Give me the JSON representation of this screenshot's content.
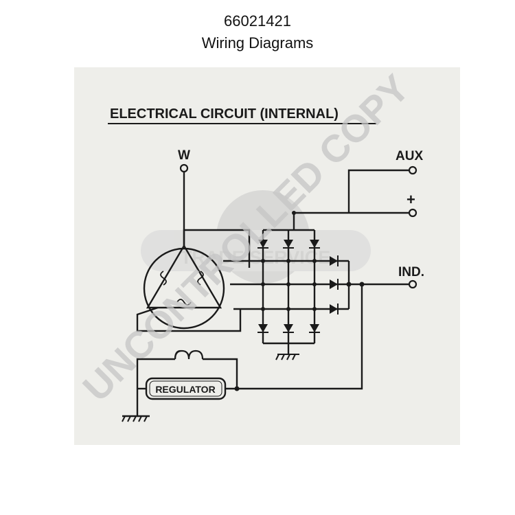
{
  "header": {
    "part_number": "66021421",
    "title": "Wiring Diagrams"
  },
  "diagram": {
    "heading": "ELECTRICAL CIRCUIT (INTERNAL)",
    "terminals": {
      "w": "W",
      "aux": "AUX",
      "plus": "+",
      "ind": "IND."
    },
    "regulator_label": "REGULATOR"
  },
  "watermarks": {
    "stamp": "UNCONTROLLED COPY",
    "logo": "TRADE SERVICE"
  }
}
